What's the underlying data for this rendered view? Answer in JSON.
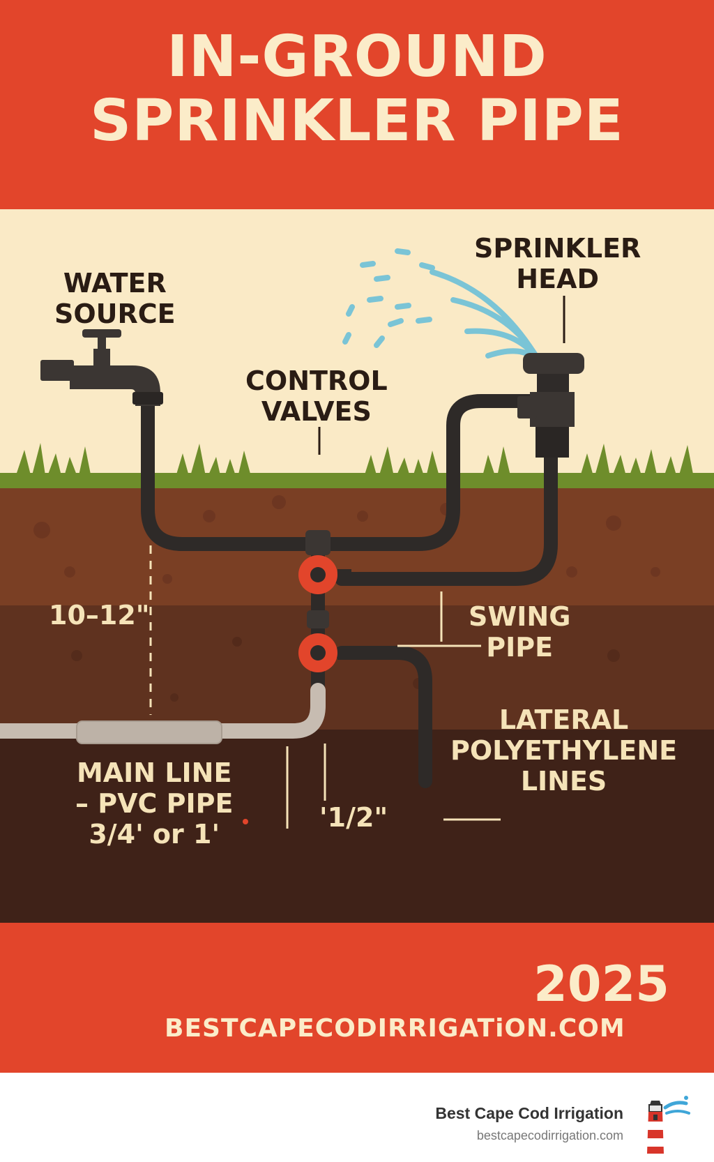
{
  "header": {
    "title_line1": "IN-GROUND",
    "title_line2": "SPRINKLER PIPE"
  },
  "labels": {
    "water_source": [
      "WATER",
      "SOURCE"
    ],
    "sprinkler_head": [
      "SPRINKLER",
      "HEAD"
    ],
    "control_valves": [
      "CONTROL",
      "VALVES"
    ],
    "depth": "10–12\"",
    "swing_pipe": [
      "SWING",
      "PIPE"
    ],
    "lateral_lines": [
      "LATERAL",
      "POLYETHYLENE",
      "LINES"
    ],
    "main_line": [
      "MAIN LINE",
      "– PVC PIPE",
      "3/4' or 1'"
    ],
    "lateral_size": "'1/2\""
  },
  "footer_banner": {
    "year": "2025",
    "url": "BESTCAPECODIRRIGATiON.COM"
  },
  "brand": {
    "name": "Best Cape Cod Irrigation",
    "url": "bestcapecodirrigation.com",
    "icon": "lighthouse-icon"
  },
  "colors": {
    "banner": "#e2452b",
    "cream": "#fbecc9",
    "sky": "#faeac6",
    "grass": "#6e8d2b",
    "soil_top": "#7a3f24",
    "soil_mid": "#5f321f",
    "soil_deep": "#3f2218",
    "pipe": "#2e2a28",
    "pvc": "#c7bcb1",
    "valve": "#e2452b",
    "water": "#7ac4d6"
  }
}
